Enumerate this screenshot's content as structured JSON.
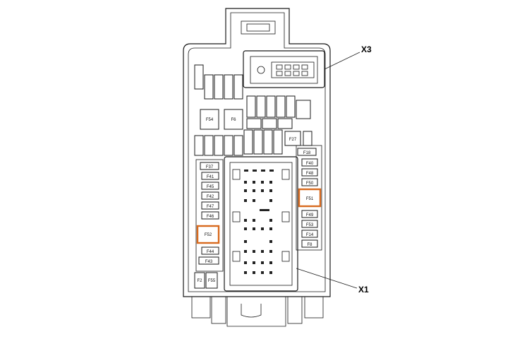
{
  "callouts": {
    "x3": "X3",
    "x1": "X1"
  },
  "fuses": {
    "f54": "F54",
    "f6": "F6",
    "f27": "F27",
    "f18": "F18",
    "f40": "F40",
    "f48": "F48",
    "f50": "F50",
    "f51": "F51",
    "f49": "F49",
    "f53": "F53",
    "f14": "F14",
    "f8": "F8",
    "f37": "F37",
    "f41": "F41",
    "f45": "F45",
    "f42": "F42",
    "f47": "F47",
    "f46": "F46",
    "f52": "F52",
    "f44": "F44",
    "f43": "F43",
    "f2": "F2",
    "f55": "F55"
  },
  "colors": {
    "line": "#1a1a1a",
    "highlight": "#d86a1e",
    "background": "#ffffff"
  }
}
